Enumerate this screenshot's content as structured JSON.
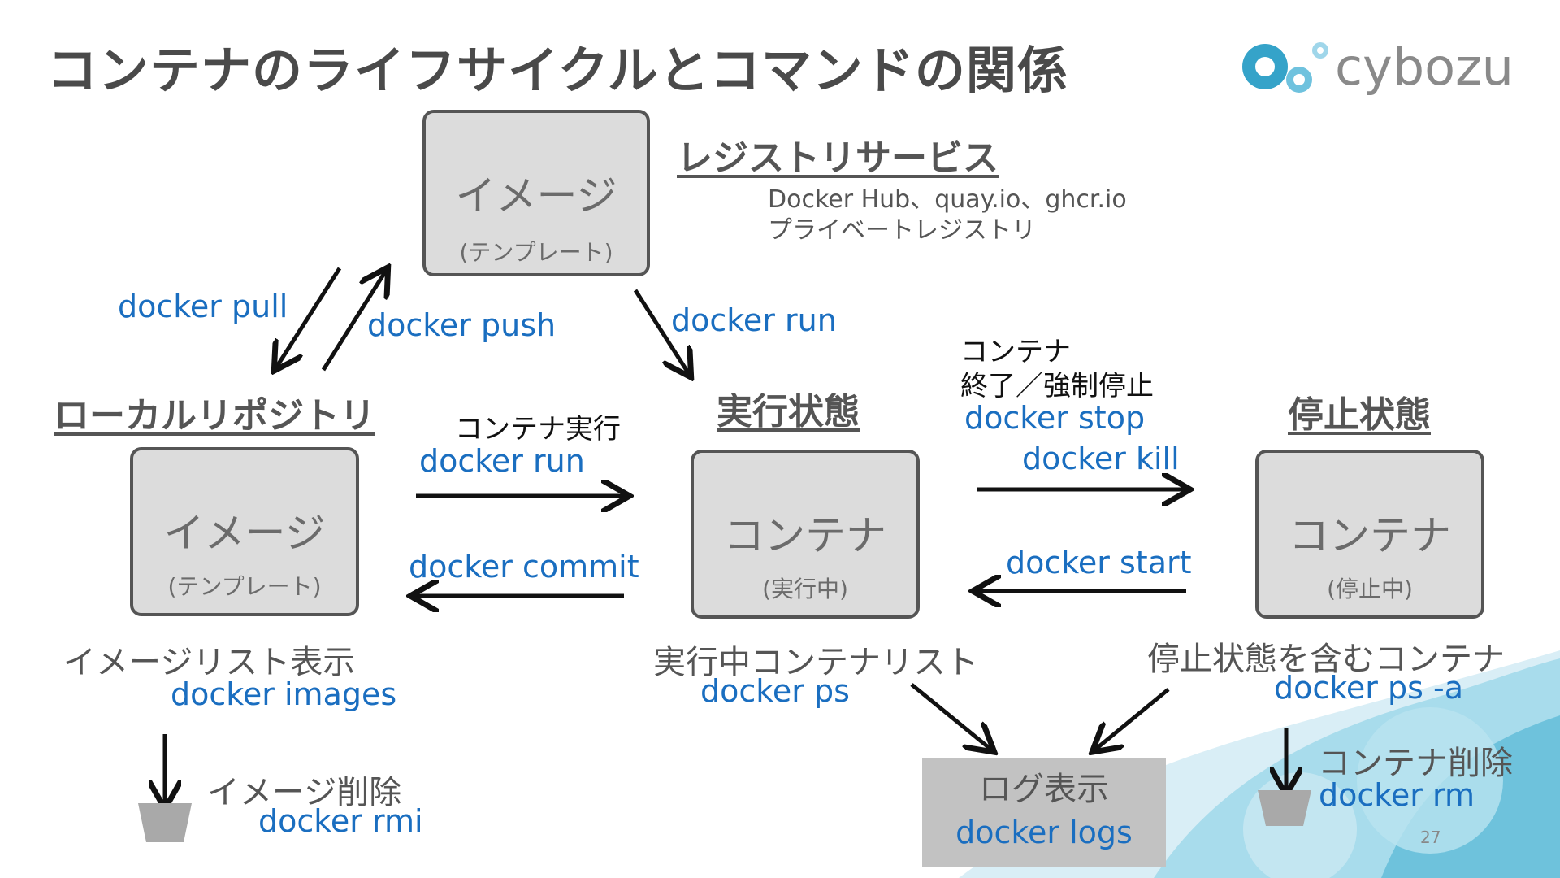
{
  "title": "コンテナのライフサイクルとコマンドの関係",
  "logo": {
    "text": "cybozu"
  },
  "registry": {
    "heading": "レジストリサービス",
    "services_line1": "Docker Hub、quay.io、ghcr.io",
    "services_line2": "プライベートレジストリ",
    "box_title": "イメージ",
    "box_sub": "(テンプレート)"
  },
  "local": {
    "heading": "ローカルリポジトリ",
    "box_title": "イメージ",
    "box_sub": "(テンプレート)",
    "list_label": "イメージリスト表示",
    "list_cmd": "docker images",
    "delete_label": "イメージ削除",
    "delete_cmd": "docker rmi"
  },
  "running": {
    "heading": "実行状態",
    "box_title": "コンテナ",
    "box_sub": "(実行中)",
    "list_label": "実行中コンテナリスト",
    "list_cmd": "docker ps"
  },
  "stopped": {
    "heading": "停止状態",
    "box_title": "コンテナ",
    "box_sub": "(停止中)",
    "list_label": "停止状態を含むコンテナ",
    "list_cmd": "docker ps -a",
    "delete_label": "コンテナ削除",
    "delete_cmd": "docker rm"
  },
  "commands": {
    "pull": "docker pull",
    "push": "docker push",
    "run_from_registry": "docker run",
    "run_label": "コンテナ実行",
    "run": "docker run",
    "commit": "docker commit",
    "stop_label_line1": "コンテナ",
    "stop_label_line2": "終了／強制停止",
    "stop": "docker stop",
    "kill": "docker kill",
    "start": "docker start"
  },
  "logs": {
    "label": "ログ表示",
    "cmd": "docker logs"
  },
  "page_number": "27",
  "colors": {
    "command": "#1a6ec0",
    "box_fill": "#dcdcdc",
    "box_border": "#555555",
    "heading": "#555555",
    "wave": "#8fd0e6"
  }
}
